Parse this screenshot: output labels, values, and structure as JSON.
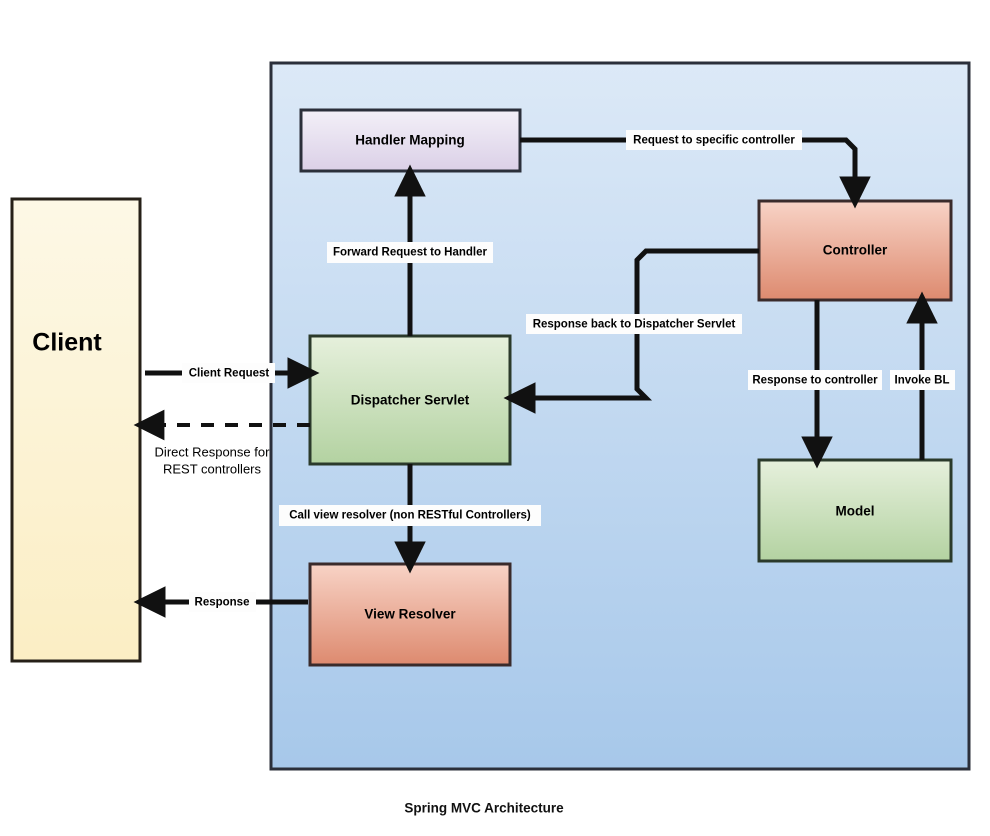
{
  "caption": "Spring MVC Architecture",
  "container": {
    "name": "spring-mvc-container",
    "fill_top": "#dce9f7",
    "fill_bottom": "#a7c8ea",
    "border": "#2b2f3a"
  },
  "nodes": [
    {
      "id": "client",
      "label": "Client",
      "fill_top": "#fdf7e3",
      "fill_bottom": "#fbeec4",
      "border": "#262018"
    },
    {
      "id": "handler-mapping",
      "label": "Handler Mapping",
      "fill_top": "#f0ecf6",
      "fill_bottom": "#ddd3e8",
      "border": "#2b2f3a"
    },
    {
      "id": "dispatcher-servlet",
      "label": "Dispatcher Servlet",
      "fill_top": "#e3eed7",
      "fill_bottom": "#b6d4a4",
      "border": "#2b3a2b"
    },
    {
      "id": "view-resolver",
      "label": "View Resolver",
      "fill_top": "#f7cfc2",
      "fill_bottom": "#e08f75",
      "border": "#3a2b2b"
    },
    {
      "id": "controller",
      "label": "Controller",
      "fill_top": "#f7c9b9",
      "fill_bottom": "#df8a70",
      "border": "#3a2b2b"
    },
    {
      "id": "model",
      "label": "Model",
      "fill_top": "#e3eed7",
      "fill_bottom": "#b6d4a4",
      "border": "#2b3a2b"
    }
  ],
  "edges": [
    {
      "id": "client-request",
      "label": "Client Request",
      "style": "solid"
    },
    {
      "id": "direct-response",
      "label_line1": "Direct Response for",
      "label_line2": "REST controllers",
      "style": "dashed"
    },
    {
      "id": "response",
      "label": "Response",
      "style": "solid"
    },
    {
      "id": "forward-request-to-handler",
      "label": "Forward Request to Handler",
      "style": "solid"
    },
    {
      "id": "request-to-specific-controller",
      "label": "Request to specific controller",
      "style": "solid"
    },
    {
      "id": "response-back-to-dispatcher-servlet",
      "label": "Response back to Dispatcher Servlet",
      "style": "solid"
    },
    {
      "id": "call-view-resolver",
      "label": "Call view resolver (non RESTful Controllers)",
      "style": "solid"
    },
    {
      "id": "invoke-bl",
      "label": "Invoke BL",
      "style": "solid"
    },
    {
      "id": "response-to-controller",
      "label": "Response to controller",
      "style": "solid"
    }
  ]
}
